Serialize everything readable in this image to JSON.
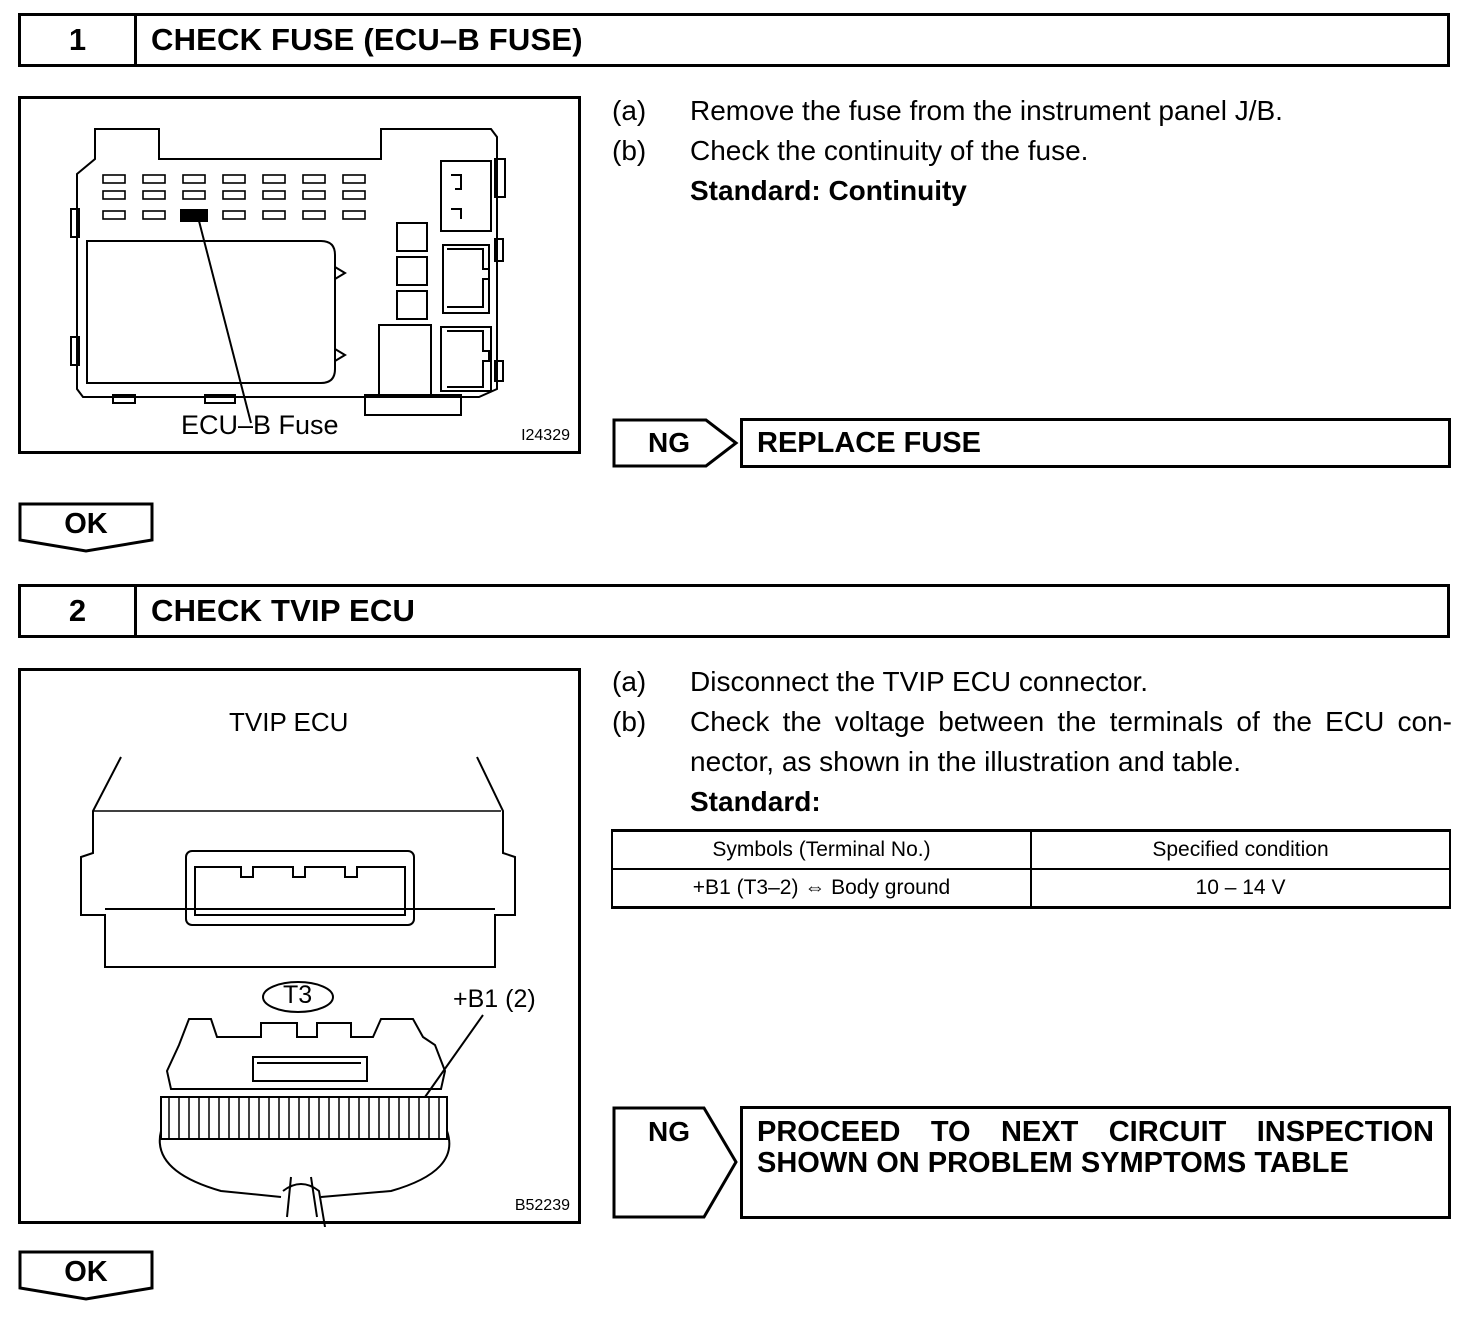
{
  "steps": [
    {
      "number": "1",
      "title": "CHECK FUSE (ECU–B FUSE)",
      "figure": {
        "label": "ECU–B Fuse",
        "code": "I24329"
      },
      "instructions": [
        {
          "key": "(a)",
          "text": "Remove the fuse from the instrument panel J/B."
        },
        {
          "key": "(b)",
          "text": "Check the continuity of the fuse."
        }
      ],
      "standard": "Standard: Continuity",
      "ng_label": "NG",
      "ng_result": "REPLACE FUSE",
      "ok_label": "OK"
    },
    {
      "number": "2",
      "title": "CHECK TVIP ECU",
      "figure": {
        "title": "TVIP ECU",
        "connector": "T3",
        "terminal": "+B1 (2)",
        "code": "B52239"
      },
      "instructions": [
        {
          "key": "(a)",
          "text": "Disconnect the TVIP ECU connector."
        },
        {
          "key": "(b)",
          "text_line1": "Check the voltage between the terminals of the ECU con-",
          "text_line2": "nector, as shown in the illustration and table."
        }
      ],
      "standard": "Standard:",
      "table": {
        "headers": [
          "Symbols (Terminal No.)",
          "Specified condition"
        ],
        "rows": [
          [
            "+B1 (T3–2) ⇔ Body ground",
            "10 – 14 V"
          ]
        ]
      },
      "ng_label": "NG",
      "ng_result_line1": "PROCEED TO NEXT CIRCUIT INSPECTION",
      "ng_result_line2": "SHOWN ON PROBLEM SYMPTOMS TABLE",
      "ok_label": "OK"
    }
  ]
}
